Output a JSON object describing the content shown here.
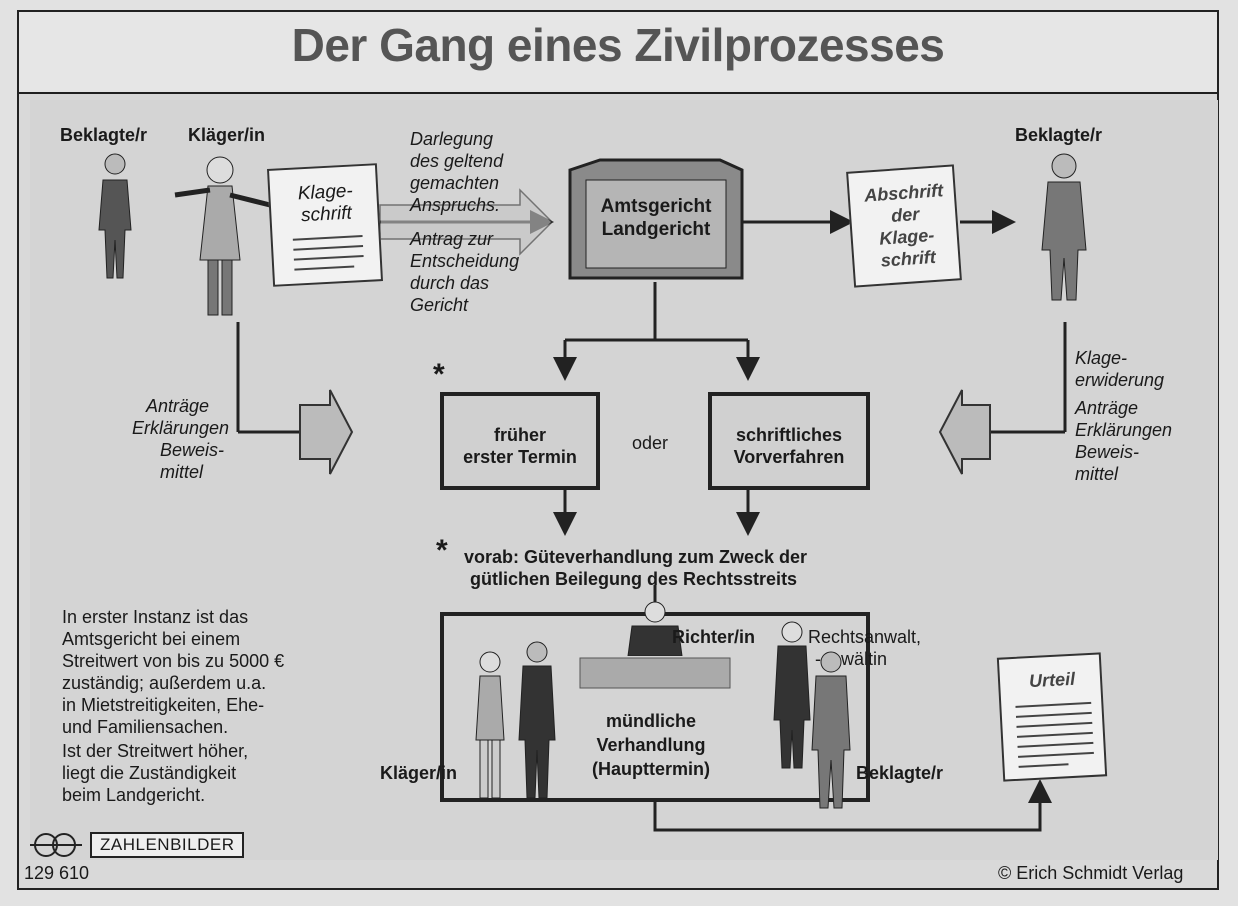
{
  "title": "Der Gang eines Zivilprozesses",
  "left_parties": {
    "beklagte": "Beklagte/r",
    "klaeger": "Kläger/in"
  },
  "right_party": "Beklagte/r",
  "klageschrift": [
    "Klage-",
    "schrift"
  ],
  "darlegung": [
    "Darlegung",
    "des geltend",
    "gemachten",
    "Anspruchs."
  ],
  "antrag": [
    "Antrag zur",
    "Entscheidung",
    "durch das",
    "Gericht"
  ],
  "court": [
    "Amtsgericht",
    "Landgericht"
  ],
  "abschrift": [
    "Abschrift",
    "der",
    "Klage-",
    "schrift"
  ],
  "left_motions": [
    "Anträge",
    "Erklärungen",
    "Beweis-",
    "mittel"
  ],
  "right_motions": [
    "Klage-",
    "erwiderung",
    "Anträge",
    "Erklärungen",
    "Beweis-",
    "mittel"
  ],
  "frueher_termin": [
    "früher",
    "erster Termin"
  ],
  "oder": "oder",
  "schriftliches": [
    "schriftliches",
    "Vorverfahren"
  ],
  "star": "*",
  "vorab": [
    "vorab: Güteverhandlung zum Zweck der",
    "gütlichen Beilegung des Rechtsstreits"
  ],
  "richter": "Richter/in",
  "rechtsanwalt": [
    "Rechtsanwalt,",
    "-anwältin"
  ],
  "hearing": [
    "mündliche",
    "Verhandlung",
    "(Haupttermin)"
  ],
  "hearing_klaeger": "Kläger/in",
  "hearing_beklagte": "Beklagte/r",
  "urteil": "Urteil",
  "info": [
    "In erster Instanz ist das",
    "Amtsgericht bei einem",
    "Streitwert von bis zu 5000 €",
    "zuständig; außerdem u.a.",
    "in Mietstreitigkeiten, Ehe-",
    "und Familiensachen.",
    "Ist der Streitwert höher,",
    "liegt die Zuständigkeit",
    "beim Landgericht."
  ],
  "logo_text": "ZAHLENBILDER",
  "code": "129 610",
  "copyright": "© Erich Schmidt Verlag"
}
